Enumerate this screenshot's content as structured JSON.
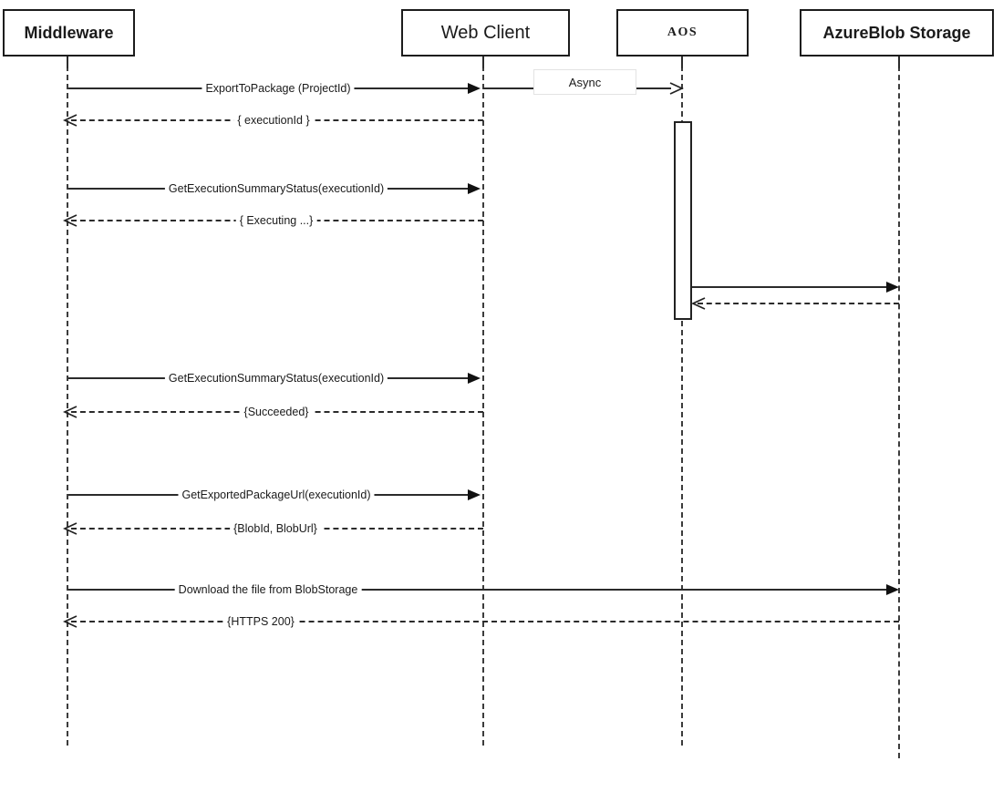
{
  "diagram": {
    "type": "uml-sequence-diagram",
    "colors": {
      "background": "#ffffff",
      "line": "#2b2b2b",
      "box_border": "#1c1c1c",
      "text": "#1a1a1a"
    },
    "participants": [
      {
        "id": "middleware",
        "label": "Middleware"
      },
      {
        "id": "web-client",
        "label": "Web Client"
      },
      {
        "id": "aos",
        "label": "AOS"
      },
      {
        "id": "azureblob-storage",
        "label": "AzureBlob Storage"
      }
    ],
    "messages": [
      {
        "from": "Middleware",
        "to": "Web Client",
        "kind": "call",
        "label": "ExportToPackage (ProjectId)"
      },
      {
        "from": "Web Client",
        "to": "AOS",
        "kind": "async",
        "label": "Async"
      },
      {
        "from": "Web Client",
        "to": "Middleware",
        "kind": "return",
        "label": "{ executionId }"
      },
      {
        "from": "Middleware",
        "to": "Web Client",
        "kind": "call",
        "label": "GetExecutionSummaryStatus(executionId)"
      },
      {
        "from": "Web Client",
        "to": "Middleware",
        "kind": "return",
        "label": "{ Executing ...}"
      },
      {
        "from": "AOS",
        "to": "AzureBlob Storage",
        "kind": "call",
        "label": ""
      },
      {
        "from": "AzureBlob Storage",
        "to": "AOS",
        "kind": "return",
        "label": ""
      },
      {
        "from": "Middleware",
        "to": "Web Client",
        "kind": "call",
        "label": "GetExecutionSummaryStatus(executionId)"
      },
      {
        "from": "Web Client",
        "to": "Middleware",
        "kind": "return",
        "label": "{Succeeded}"
      },
      {
        "from": "Middleware",
        "to": "Web Client",
        "kind": "call",
        "label": "GetExportedPackageUrl(executionId)"
      },
      {
        "from": "Web Client",
        "to": "Middleware",
        "kind": "return",
        "label": "{BlobId, BlobUrl}"
      },
      {
        "from": "Middleware",
        "to": "AzureBlob Storage",
        "kind": "call",
        "label": "Download the file from BlobStorage"
      },
      {
        "from": "AzureBlob Storage",
        "to": "Middleware",
        "kind": "return",
        "label": "{HTTPS 200}"
      }
    ]
  }
}
